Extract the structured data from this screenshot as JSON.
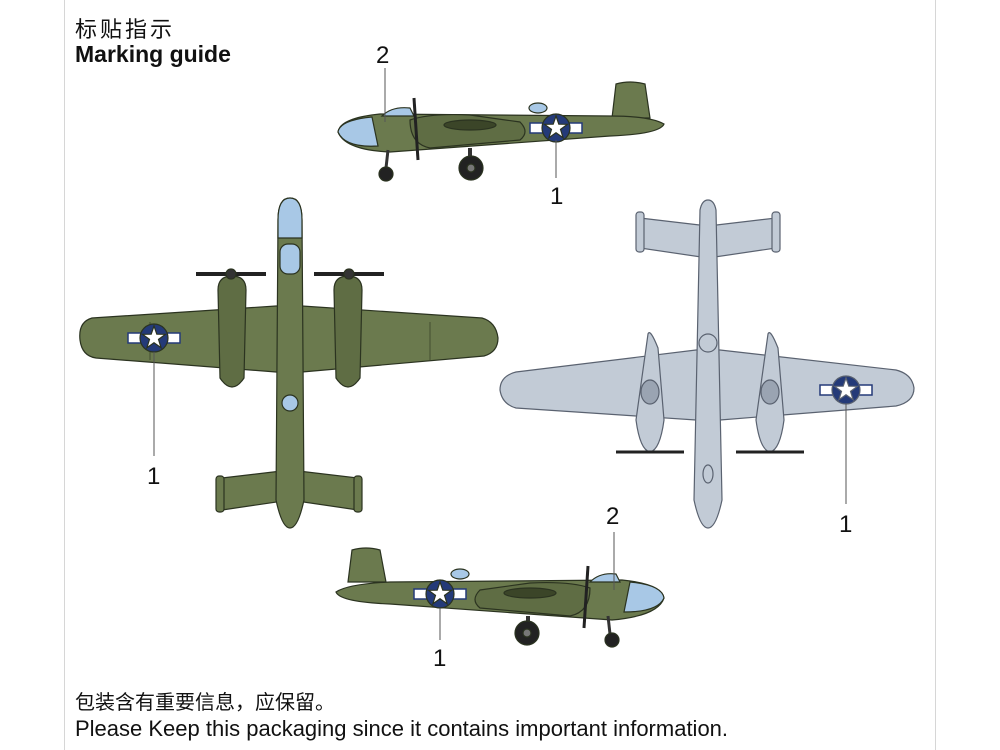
{
  "header": {
    "title_zh": "标贴指示",
    "title_en": "Marking guide"
  },
  "footer": {
    "notice_zh": "包装含有重要信息，应保留。",
    "notice_en": "Please Keep this packaging since it contains important information."
  },
  "callouts": {
    "side_top_marking_2": "2",
    "side_top_marking_1": "1",
    "top_view_marking_1": "1",
    "bottom_view_marking_1": "1",
    "side_bottom_marking_2": "2",
    "side_bottom_marking_1": "1"
  },
  "colors": {
    "olive_drab": "#6b7a4e",
    "neutral_gray": "#c2cbd6",
    "canopy_blue": "#a8c8e6",
    "insignia_blue": "#243a78"
  }
}
